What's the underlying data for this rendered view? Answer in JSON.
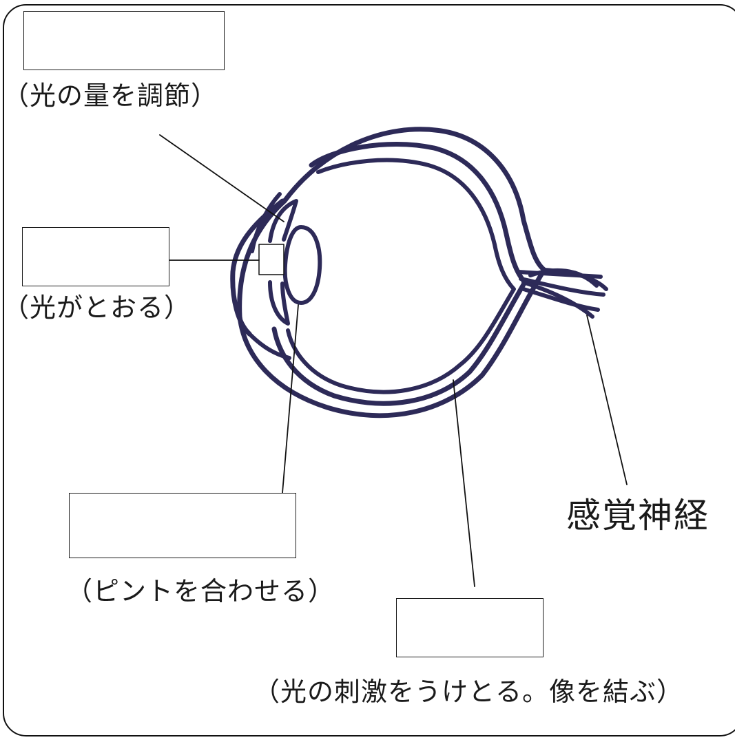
{
  "colors": {
    "eye_outline": "#2d2a58",
    "leader_line": "#111111",
    "frame": "#111111"
  },
  "labels": {
    "iris_hint": "（光の量を調節）",
    "pupil_hint": "（光がとおる）",
    "lens_hint": "（ピントを合わせる）",
    "retina_hint": "（光の刺激をうけとる。像を結ぶ）",
    "optic_nerve": "感覚神経"
  },
  "answer_boxes": {
    "iris": "",
    "pupil": "",
    "lens": "",
    "retina": ""
  }
}
